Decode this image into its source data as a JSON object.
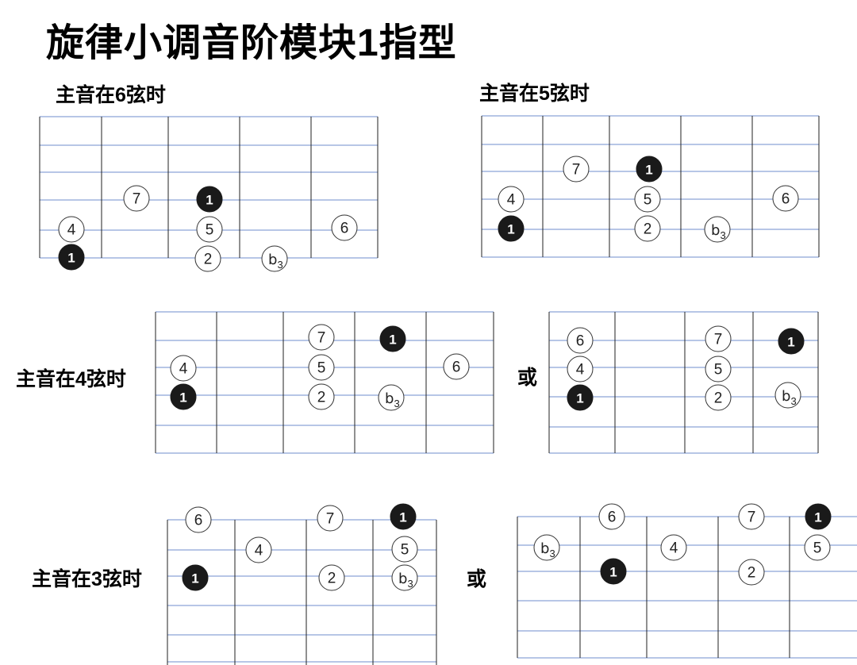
{
  "title": "旋律小调音阶模块1指型",
  "labels": {
    "s6": "主音在6弦时",
    "s5": "主音在5弦时",
    "s4": "主音在4弦时",
    "s3": "主音在3弦时",
    "or": "或"
  },
  "diagrams": [
    {
      "id": "string6",
      "notes": [
        {
          "text": "7",
          "root": false
        },
        {
          "text": "1",
          "root": true
        },
        {
          "text": "4",
          "root": false
        },
        {
          "text": "5",
          "root": false
        },
        {
          "text": "6",
          "root": false
        },
        {
          "text": "1",
          "root": true
        },
        {
          "text": "2",
          "root": false
        },
        {
          "text": "b3",
          "flat": true
        }
      ]
    },
    {
      "id": "string5",
      "notes": [
        {
          "text": "7",
          "root": false
        },
        {
          "text": "1",
          "root": true
        },
        {
          "text": "4",
          "root": false
        },
        {
          "text": "5",
          "root": false
        },
        {
          "text": "6",
          "root": false
        },
        {
          "text": "1",
          "root": true
        },
        {
          "text": "2",
          "root": false
        },
        {
          "text": "b3",
          "flat": true
        }
      ]
    },
    {
      "id": "string4-a",
      "notes": [
        {
          "text": "7",
          "root": false
        },
        {
          "text": "1",
          "root": true
        },
        {
          "text": "4",
          "root": false
        },
        {
          "text": "5",
          "root": false
        },
        {
          "text": "6",
          "root": false
        },
        {
          "text": "1",
          "root": true
        },
        {
          "text": "2",
          "root": false
        },
        {
          "text": "b3",
          "flat": true
        }
      ]
    },
    {
      "id": "string4-b",
      "notes": [
        {
          "text": "6",
          "root": false
        },
        {
          "text": "7",
          "root": false
        },
        {
          "text": "1",
          "root": true
        },
        {
          "text": "4",
          "root": false
        },
        {
          "text": "5",
          "root": false
        },
        {
          "text": "1",
          "root": true
        },
        {
          "text": "2",
          "root": false
        },
        {
          "text": "b3",
          "flat": true
        }
      ]
    },
    {
      "id": "string3-a",
      "notes": [
        {
          "text": "6",
          "root": false
        },
        {
          "text": "7",
          "root": false
        },
        {
          "text": "1",
          "root": true
        },
        {
          "text": "4",
          "root": false
        },
        {
          "text": "5",
          "root": false
        },
        {
          "text": "1",
          "root": true
        },
        {
          "text": "2",
          "root": false
        },
        {
          "text": "b3",
          "flat": true
        }
      ]
    },
    {
      "id": "string3-b",
      "notes": [
        {
          "text": "6",
          "root": false
        },
        {
          "text": "7",
          "root": false
        },
        {
          "text": "1",
          "root": true
        },
        {
          "text": "b3",
          "flat": true
        },
        {
          "text": "4",
          "root": false
        },
        {
          "text": "5",
          "root": false
        },
        {
          "text": "1",
          "root": true
        },
        {
          "text": "2",
          "root": false
        }
      ]
    }
  ]
}
